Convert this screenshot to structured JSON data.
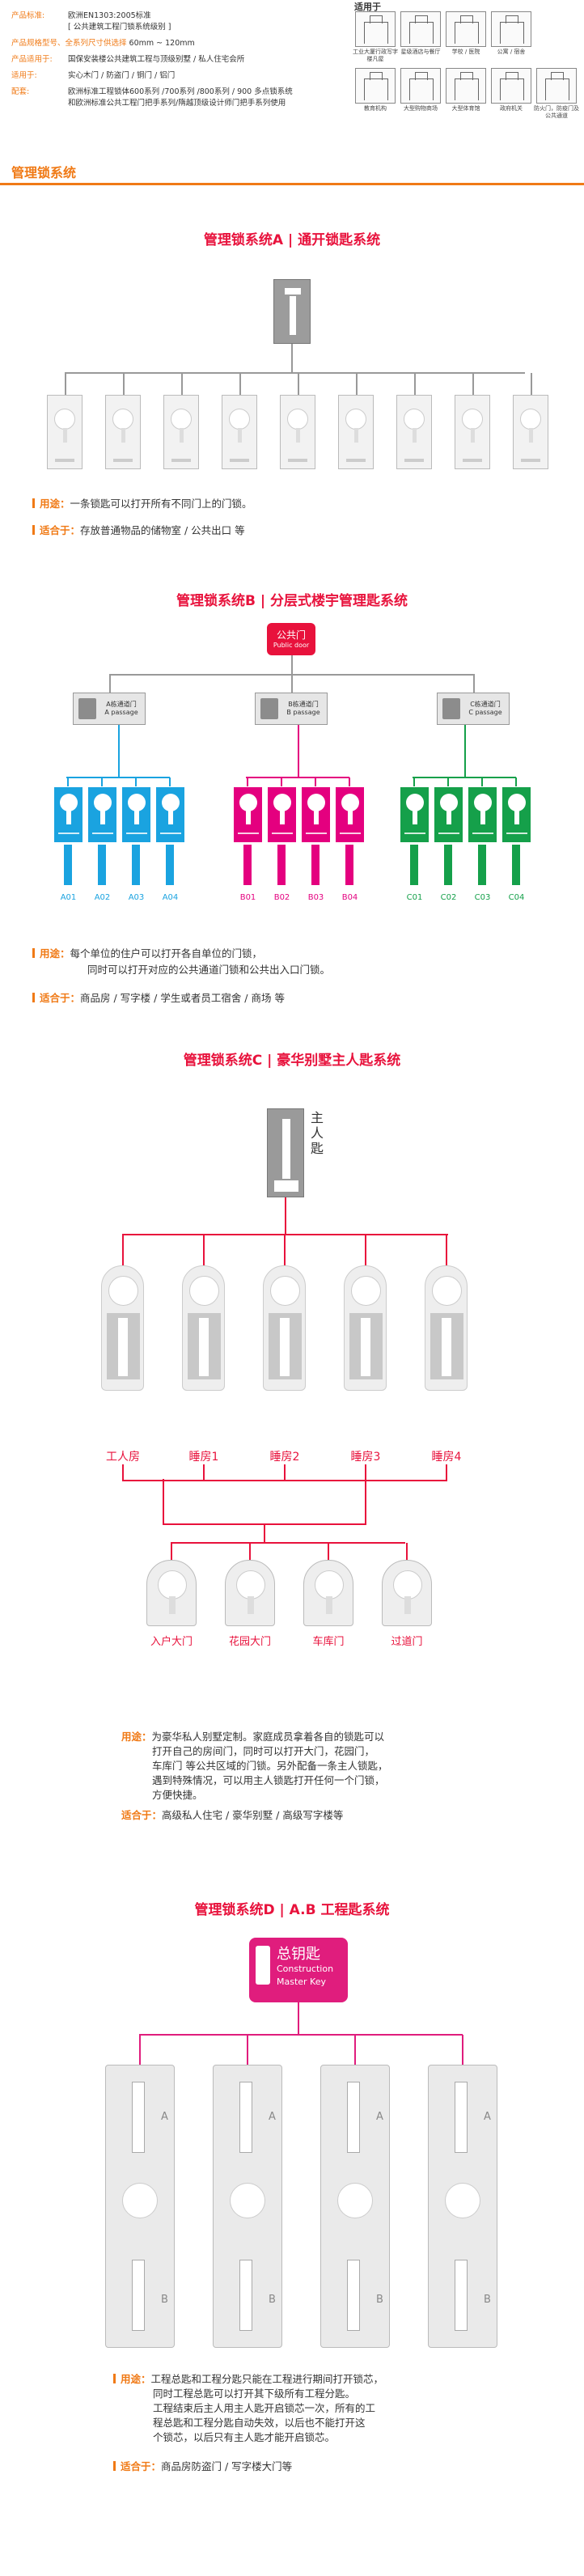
{
  "specs": [
    {
      "label": "产品标准:",
      "value": "欧洲EN1303:2005标准"
    },
    {
      "label": "",
      "value": "[ 公共建筑工程门锁系统级别 ]"
    },
    {
      "label": "产品规格型号、全系列尺寸供选择",
      "value": "60mm ~ 120mm"
    },
    {
      "label": "产品适用于:",
      "value": "国保安装楼公共建筑工程与顶级别墅 / 私人住宅会所"
    },
    {
      "label": "适用于:",
      "value": "实心木门 / 防盗门 / 铜门 / 铝门"
    },
    {
      "label": "配套:",
      "value": "欧洲标准工程锁体600系列 /700系列 /800系列 / 900 多点锁系统"
    },
    {
      "label": "",
      "value": "和欧洲标准公共工程门把手系列/隋越顶级设计师门把手系列使用"
    }
  ],
  "applicable": {
    "title": "适用于",
    "items": [
      "工业大厦行政写字楼凡屋",
      "星级酒店与餐厅",
      "学校 / 医院",
      "公寓 / 宿舍",
      "教育机构",
      "大型购物商场",
      "大型体育馆",
      "政府机关",
      "防火门，防疫门及公共通道"
    ]
  },
  "section_title": "管理锁系统",
  "systemA": {
    "title": "管理锁系统A | 通开锁匙系统",
    "usage_label": "用途：",
    "usage": "一条锁匙可以打开所有不同门上的门锁。",
    "suit_label": "适合于：",
    "suit": "存放普通物品的储物室 / 公共出口 等"
  },
  "systemB": {
    "title": "管理锁系统B | 分层式楼宇管理匙系统",
    "public_cn": "公共门",
    "public_en": "Public door",
    "passages": [
      {
        "cn": "A栋通道门",
        "en": "A passage"
      },
      {
        "cn": "B栋通道门",
        "en": "B passage"
      },
      {
        "cn": "C栋通道门",
        "en": "C passage"
      }
    ],
    "labels": [
      "A01",
      "A02",
      "A03",
      "A04",
      "B01",
      "B02",
      "B03",
      "B04",
      "C01",
      "C02",
      "C03",
      "C04"
    ],
    "colors": {
      "a": "#1aa3e0",
      "b": "#e4007f",
      "c": "#15a04a"
    },
    "usage_label": "用途：",
    "usage": "每个单位的住户可以打开各自单位的门锁，",
    "usage2": "同时可以打开对应的公共通道门锁和公共出入口门锁。",
    "suit_label": "适合于：",
    "suit": "商品房 / 写字楼 / 学生或者员工宿舍 / 商场 等"
  },
  "systemC": {
    "title": "管理锁系统C | 豪华别墅主人匙系统",
    "master": "主人匙",
    "rooms": [
      "工人房",
      "睡房1",
      "睡房2",
      "睡房3",
      "睡房4"
    ],
    "doors": [
      "入户大门",
      "花园大门",
      "车库门",
      "过道门"
    ],
    "usage_label": "用途：",
    "usage": [
      "为豪华私人别墅定制。家庭成员拿着各自的锁匙可以",
      "打开自己的房间门，同时可以打开大门，花园门，",
      "车库门 等公共区域的门锁。另外配备一条主人锁匙，",
      "遇到特殊情况，可以用主人锁匙打开任何一个门锁，",
      "方便快捷。"
    ],
    "suit_label": "适合于：",
    "suit": "高级私人住宅 / 豪华别墅 / 高级写字楼等"
  },
  "systemD": {
    "title": "管理锁系统D | A.B 工程匙系统",
    "master_cn": "总钥匙",
    "master_en1": "Construction",
    "master_en2": "Master Key",
    "a": "A",
    "b": "B",
    "usage_label": "用途：",
    "usage": [
      "工程总匙和工程分匙只能在工程进行期间打开锁芯，",
      "同时工程总匙可以打开其下级所有工程分匙。",
      "工程结束后主人用主人匙开启锁芯一次，所有的工",
      "程总匙和工程分匙自动失效，以后也不能打开这",
      "个锁芯，以后只有主人匙才能开启锁芯。"
    ],
    "suit_label": "适合于：",
    "suit": "商品房防盗门 / 写字楼大门等"
  }
}
